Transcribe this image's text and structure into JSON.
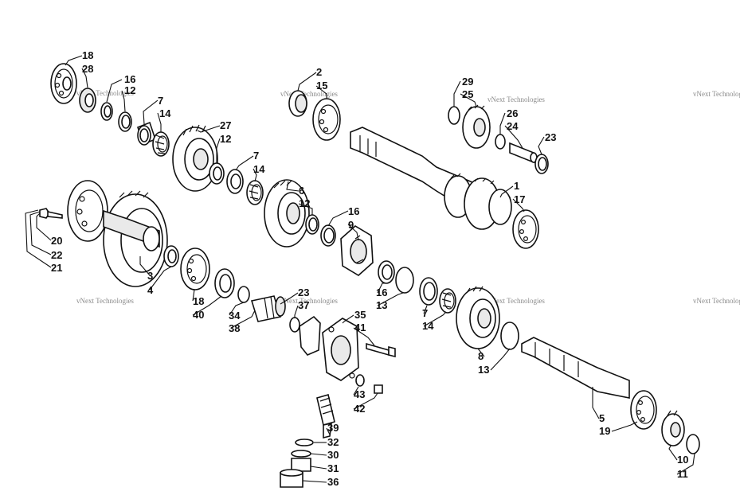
{
  "watermark": "vNext Technologies",
  "labels": {
    "l1": "1",
    "l2": "2",
    "l3": "3",
    "l4": "4",
    "l5": "5",
    "l6": "6",
    "l7a": "7",
    "l7b": "7",
    "l7c": "7",
    "l8": "8",
    "l9": "9",
    "l10": "10",
    "l11": "11",
    "l12a": "12",
    "l12b": "12",
    "l12c": "12",
    "l13a": "13",
    "l13b": "13",
    "l14a": "14",
    "l14b": "14",
    "l14c": "14",
    "l15": "15",
    "l16a": "16",
    "l16b": "16",
    "l16c": "16",
    "l17": "17",
    "l18a": "18",
    "l18b": "18",
    "l19": "19",
    "l20": "20",
    "l21": "21",
    "l22": "22",
    "l23a": "23",
    "l23b": "23",
    "l24": "24",
    "l25": "25",
    "l26": "26",
    "l27": "27",
    "l28": "28",
    "l29": "29",
    "l30": "30",
    "l31": "31",
    "l32": "32",
    "l34": "34",
    "l35": "35",
    "l36": "36",
    "l37": "37",
    "l38": "38",
    "l39": "39",
    "l40": "40",
    "l41": "41",
    "l42": "42",
    "l43": "43"
  }
}
